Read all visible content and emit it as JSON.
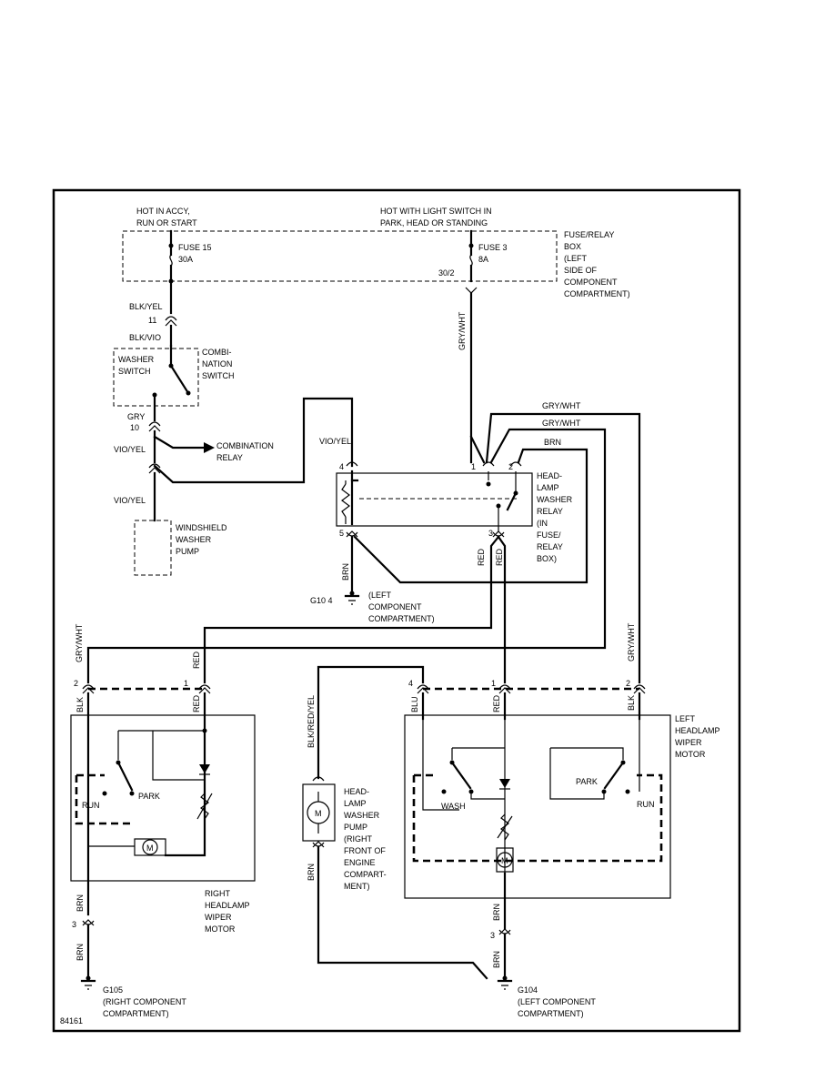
{
  "labels": {
    "hot_accy": [
      "HOT IN ACCY,",
      "RUN OR START"
    ],
    "hot_light": [
      "HOT WITH LIGHT SWITCH IN",
      "PARK, HEAD OR STANDING"
    ],
    "fuse15": [
      "FUSE 15",
      "30A"
    ],
    "fuse3": [
      "FUSE 3",
      "8A"
    ],
    "fuse3_term": "30/2",
    "fuse_box": [
      "FUSE/RELAY",
      "BOX",
      "(LEFT",
      "SIDE OF",
      "COMPONENT",
      "COMPARTMENT)"
    ],
    "blk_yel": "BLK/YEL",
    "pin11": "11",
    "blk_vio": "BLK/VIO",
    "washer_switch": [
      "WASHER",
      "SWITCH"
    ],
    "combi_switch": [
      "COMBI-",
      "NATION",
      "SWITCH"
    ],
    "gry": "GRY",
    "pin10": "10",
    "vio_yel_1": "VIO/YEL",
    "combination_relay": [
      "COMBINATION",
      "RELAY"
    ],
    "vio_yel_2": "VIO/YEL",
    "windshield_pump": [
      "WINDSHIELD",
      "WASHER",
      "PUMP"
    ],
    "vio_yel_3": "VIO/YEL",
    "gry_wht_vert": "GRY/WHT",
    "gry_wht_top1": "GRY/WHT",
    "gry_wht_top2": "GRY/WHT",
    "brn_top": "BRN",
    "relay_pin4": "4",
    "relay_pin1": "1",
    "relay_pin2": "2",
    "relay_pin5": "5",
    "relay_pin3": "3",
    "relay_label": [
      "HEAD-",
      "LAMP",
      "WASHER",
      "RELAY",
      "(IN",
      "FUSE/",
      "RELAY",
      "BOX)"
    ],
    "brn_relay": "BRN",
    "red_relay_a": "RED",
    "red_relay_b": "RED",
    "g104_top": "G10 4",
    "g104_top_loc": [
      "(LEFT",
      "COMPONENT",
      "COMPARTMENT)"
    ],
    "gry_wht_left": "GRY/WHT",
    "red_left": "RED",
    "gry_wht_right": "GRY/WHT",
    "rm_pin2": "2",
    "rm_pin1": "1",
    "blk_rm": "BLK",
    "red_rm": "RED",
    "run_r": "RUN",
    "park_r": "PARK",
    "right_motor": [
      "RIGHT",
      "HEADLAMP",
      "WIPER",
      "MOTOR"
    ],
    "brn_rm_a": "BRN",
    "pin3_rm": "3",
    "brn_rm_b": "BRN",
    "g105": [
      "G105",
      "(RIGHT COMPONENT",
      "COMPARTMENT)"
    ],
    "blk_red_yel": "BLK/RED/YEL",
    "head_pump": [
      "HEAD-",
      "LAMP",
      "WASHER",
      "PUMP",
      "(RIGHT",
      "FRONT OF",
      "ENGINE",
      "COMPART-",
      "MENT)"
    ],
    "brn_pump": "BRN",
    "lm_pin4": "4",
    "lm_pin1": "1",
    "lm_pin2": "2",
    "blu_lm": "BLU",
    "red_lm": "RED",
    "blk_lm": "BLK",
    "left_motor": [
      "LEFT",
      "HEADLAMP",
      "WIPER",
      "MOTOR"
    ],
    "wash_l": "WASH",
    "park_l": "PARK",
    "run_l": "RUN",
    "brn_lm_a": "BRN",
    "pin3_lm": "3",
    "brn_lm_b": "BRN",
    "g104_bottom": [
      "G104",
      "(LEFT COMPONENT",
      "COMPARTMENT)"
    ],
    "fig_number": "84161",
    "motor_symbol": "M"
  }
}
